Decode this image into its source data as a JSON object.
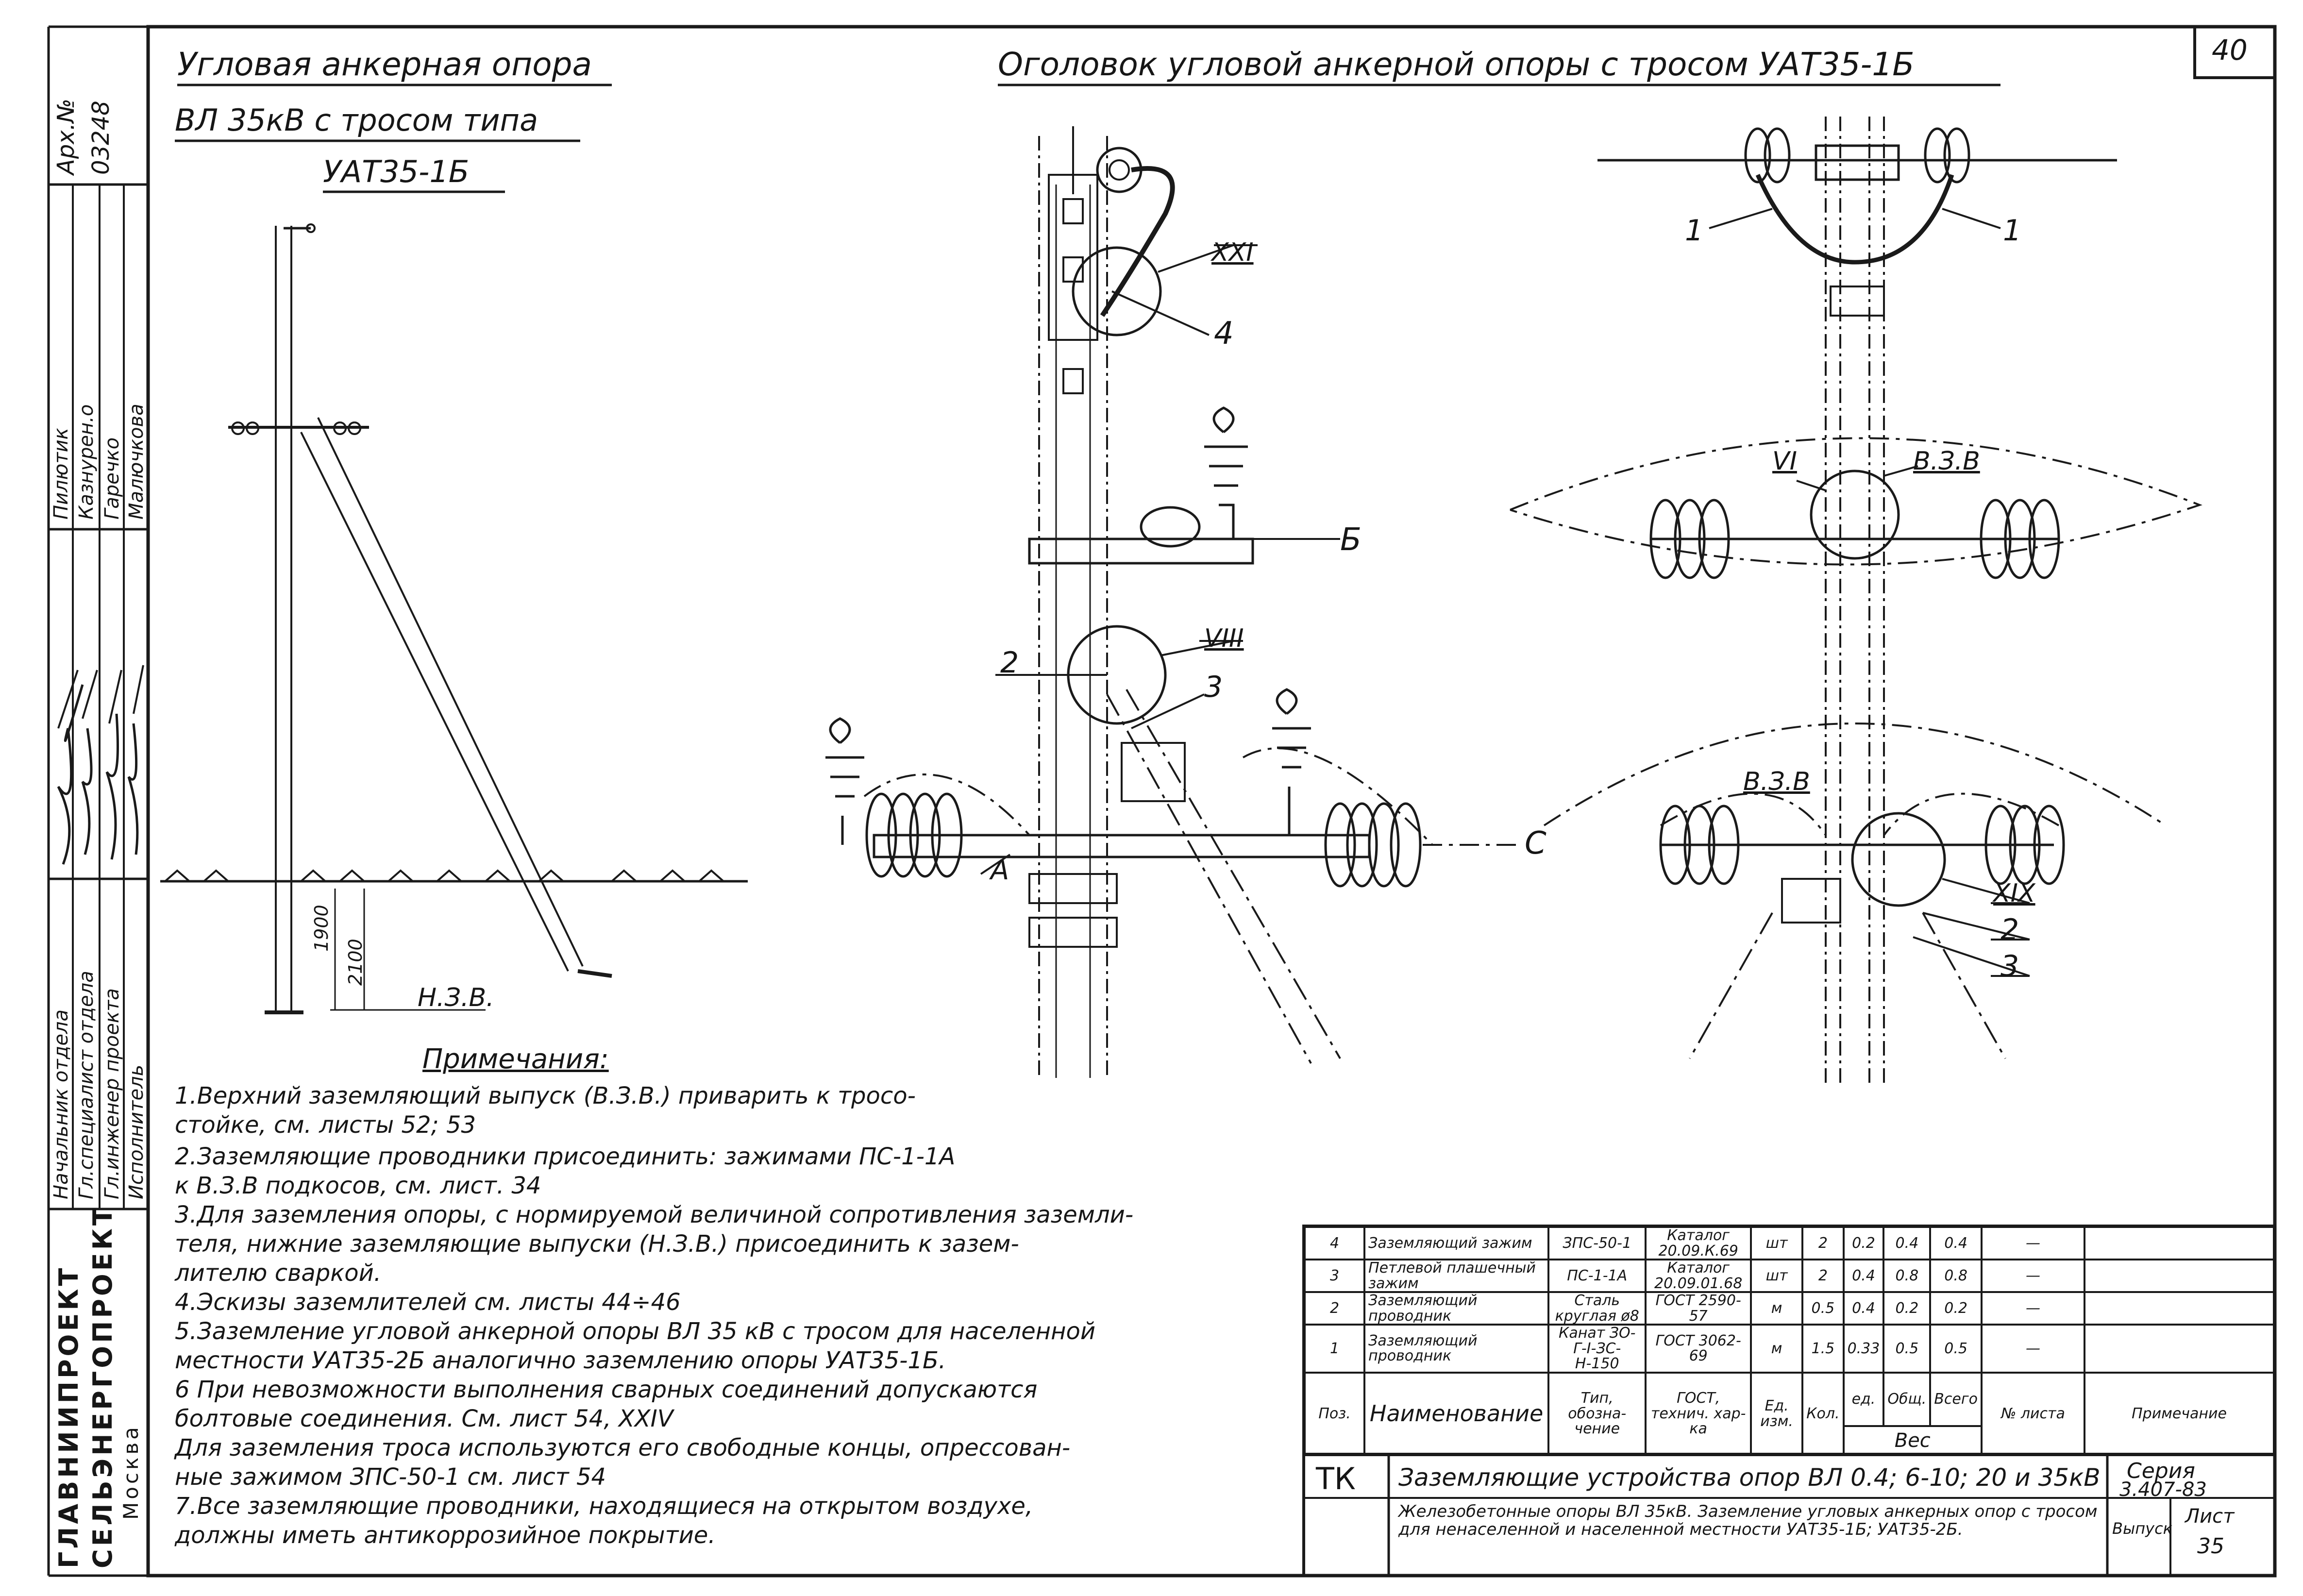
{
  "sheet_number": "40",
  "side_stamp": {
    "archive_label": "Арх.№",
    "archive_number": "03248",
    "roles": [
      "Начальник отдела",
      "Гл.специалист отдела",
      "Гл.инженер проекта",
      "Исполнитель"
    ],
    "names": [
      "Пилютик",
      "Казнурен.о",
      "Гаречко",
      "Малючкова"
    ],
    "org_line1": "ГЛАВНИИПРОЕКТ",
    "org_line2": "СЕЛЬЭНЕРГОПРОЕКТ",
    "org_line3": "Москва"
  },
  "left_title": {
    "line1": "Угловая анкерная опора",
    "line2": "ВЛ 35кВ с тросом типа",
    "line3": "УАТ35-1Б"
  },
  "main_title": "Оголовок угловой анкерной опоры с тросом УАТ35-1Б",
  "drawing_labels": {
    "dim_1900": "1900",
    "dim_2100": "2100",
    "nzv": "Н.З.В.",
    "callout_xxi": "XXI",
    "callout_viii": "VIII",
    "callout_vi": "VI",
    "callout_xix": "XIX",
    "num_4": "4",
    "num_2": "2",
    "num_3": "3",
    "num_1": "1",
    "letter_b": "Б",
    "letter_c": "С",
    "letter_a": "А",
    "vzv": "В.З.В"
  },
  "notes": {
    "heading": "Примечания:",
    "lines": [
      "1.Верхний заземляющий выпуск (В.З.В.) приварить к тросо-",
      "стойке, см. листы 52; 53",
      "2.Заземляющие проводники присоединить: зажимами ПС-1-1А",
      "к В.З.В подкосов, см. лист. 34",
      "3.Для заземления опоры, с нормируемой величиной сопротивления заземли-",
      "теля, нижние заземляющие выпуски (Н.З.В.) присоединить к зазем-",
      "лителю сваркой.",
      "4.Эскизы заземлителей см. листы 44÷46",
      "5.Заземление угловой анкерной опоры ВЛ 35 кВ с тросом для населенной",
      "местности УАТ35-2Б аналогично заземлению опоры УАТ35-1Б.",
      "6 При невозможности выполнения сварных соединений допускаются",
      "болтовые соединения. См. лист 54, XXIV",
      "Для заземления троса используются его свободные концы, опрессован-",
      "ные зажимом ЗПС-50-1 см. лист 54",
      "7.Все заземляющие проводники, находящиеся на открытом воздухе,",
      "должны иметь антикоррозийное покрытие."
    ]
  },
  "spec_table": {
    "rows": [
      [
        "4",
        "Заземляющий зажим",
        "ЗПС-50-1",
        "Каталог 20.09.К.69",
        "шт",
        "2",
        "0.2",
        "0.4",
        "0.4",
        "—",
        ""
      ],
      [
        "3",
        "Петлевой плашечный зажим",
        "ПС-1-1А",
        "Каталог 20.09.01.68",
        "шт",
        "2",
        "0.4",
        "0.8",
        "0.8",
        "—",
        ""
      ],
      [
        "2",
        "Заземляющий проводник",
        "Сталь круглая ø8",
        "ГОСТ 2590-57",
        "м",
        "0.5",
        "0.4",
        "0.2",
        "0.2",
        "—",
        ""
      ],
      [
        "1",
        "Заземляющий проводник",
        "Канат ЗО-Г-I-ЗС-Н-150",
        "ГОСТ 3062-69",
        "м",
        "1.5",
        "0.33",
        "0.5",
        "0.5",
        "—",
        ""
      ]
    ],
    "header": {
      "pos": "Поз.",
      "name": "Наименование",
      "type": "Тип, обозна-чение",
      "gost": "ГОСТ, технич. хар-ка",
      "unit": "Ед. изм.",
      "qty": "Кол.",
      "w_unit": "ед.",
      "w_total": "Общ.",
      "w_all": "Всего",
      "weight": "Вес",
      "sheet_no": "№ листа",
      "remark": "Примечание"
    }
  },
  "title_block": {
    "code": "ТК",
    "title": "Заземляющие устройства опор ВЛ 0.4; 6-10; 20 и 35кВ",
    "subtitle": "Железобетонные опоры ВЛ 35кВ. Заземление угловых анкерных опор с тросом для ненаселенной и населенной местности УАТ35-1Б; УАТ35-2Б.",
    "series_label": "Серия",
    "series_value": "3.407-83",
    "issue_label": "Выпуск",
    "sheet_label": "Лист",
    "sheet_value": "35"
  }
}
